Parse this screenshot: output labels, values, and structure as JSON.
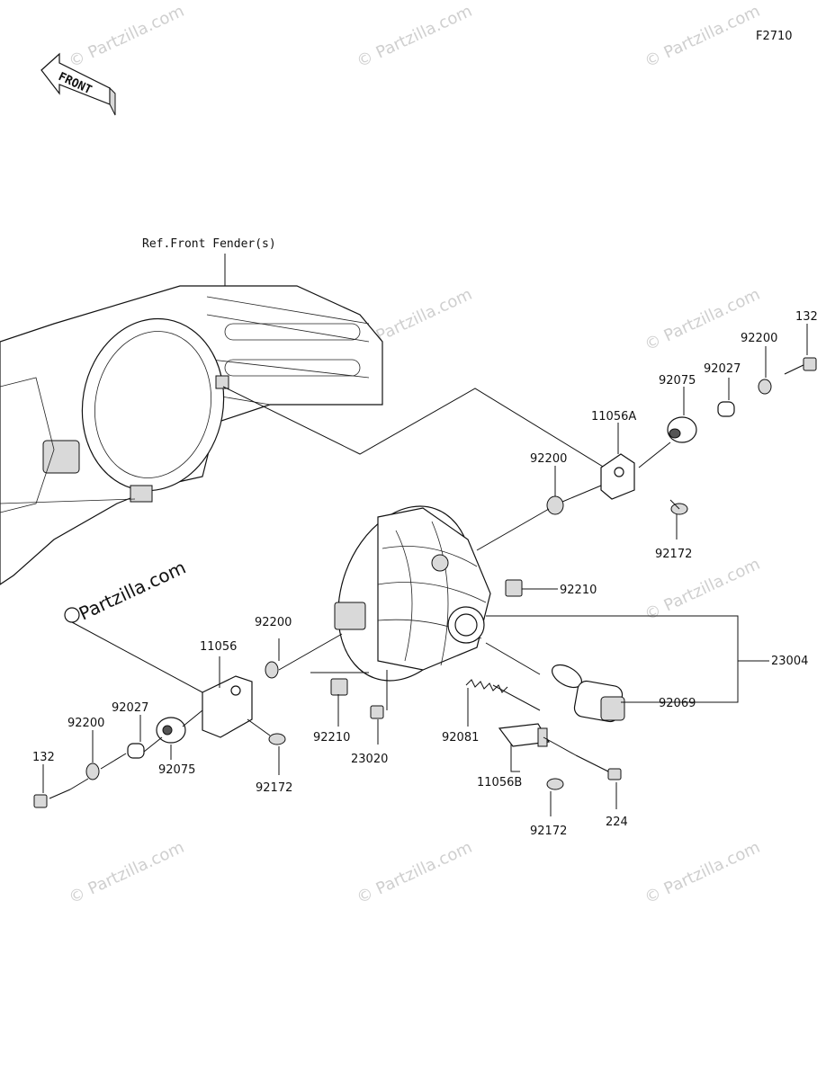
{
  "diagram_code": "F2710",
  "front_arrow_label": "FRONT",
  "reference_label": "Ref.Front Fender(s)",
  "watermark": "© Partzilla.com",
  "watermark_big": "Partzilla.com",
  "callouts": {
    "p132_right": "132",
    "p92200_right_top": "92200",
    "p92027_right": "92027",
    "p92075_right": "92075",
    "p11056A": "11056A",
    "p92200_right_mid": "92200",
    "p92172_right": "92172",
    "p92210_right": "92210",
    "p23004": "23004",
    "p92069": "92069",
    "p92200_left": "92200",
    "p11056": "11056",
    "p92027_left": "92027",
    "p92200_far_left": "92200",
    "p132_left": "132",
    "p92075_left": "92075",
    "p92172_left": "92172",
    "p92210_left": "92210",
    "p23020": "23020",
    "p92081": "92081",
    "p11056B": "11056B",
    "p92172_bottom": "92172",
    "p224": "224"
  }
}
